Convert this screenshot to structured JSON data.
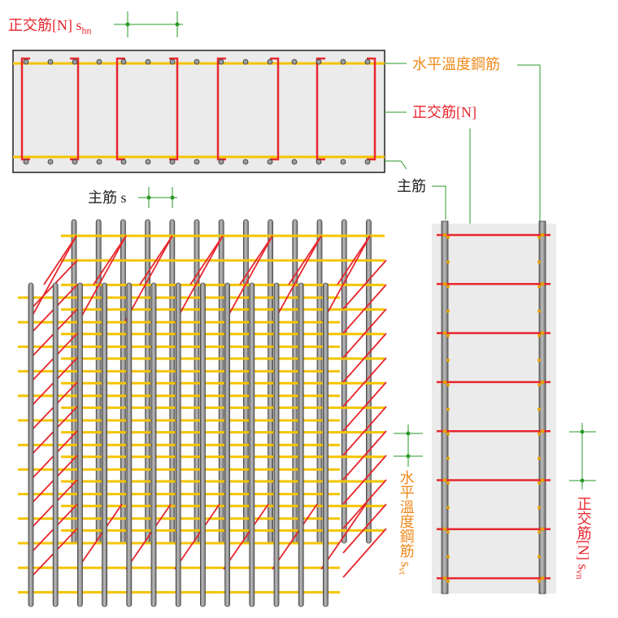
{
  "labels": {
    "ortho_spacing_h": "正交筋[N] s",
    "ortho_spacing_h_sub": "hn",
    "horizontal_temp_steel": "水平溫度鋼筋",
    "ortho_rebar": "正交筋[N]",
    "main_rebar": "主筋",
    "main_spacing": "主筋 s",
    "temp_spacing_vertical": "水平溫度鋼筋 s",
    "temp_spacing_vertical_sub": "vt",
    "ortho_spacing_vertical": "正交筋[N] s",
    "ortho_spacing_vertical_sub": "vn"
  },
  "colors": {
    "temperature_steel": "#f5c400",
    "ortho_steel": "#e8262e",
    "main_steel": "#8c8c8c",
    "dimension_line": "#2a9a2a",
    "concrete": "#ebebeb",
    "outline": "#222222"
  }
}
